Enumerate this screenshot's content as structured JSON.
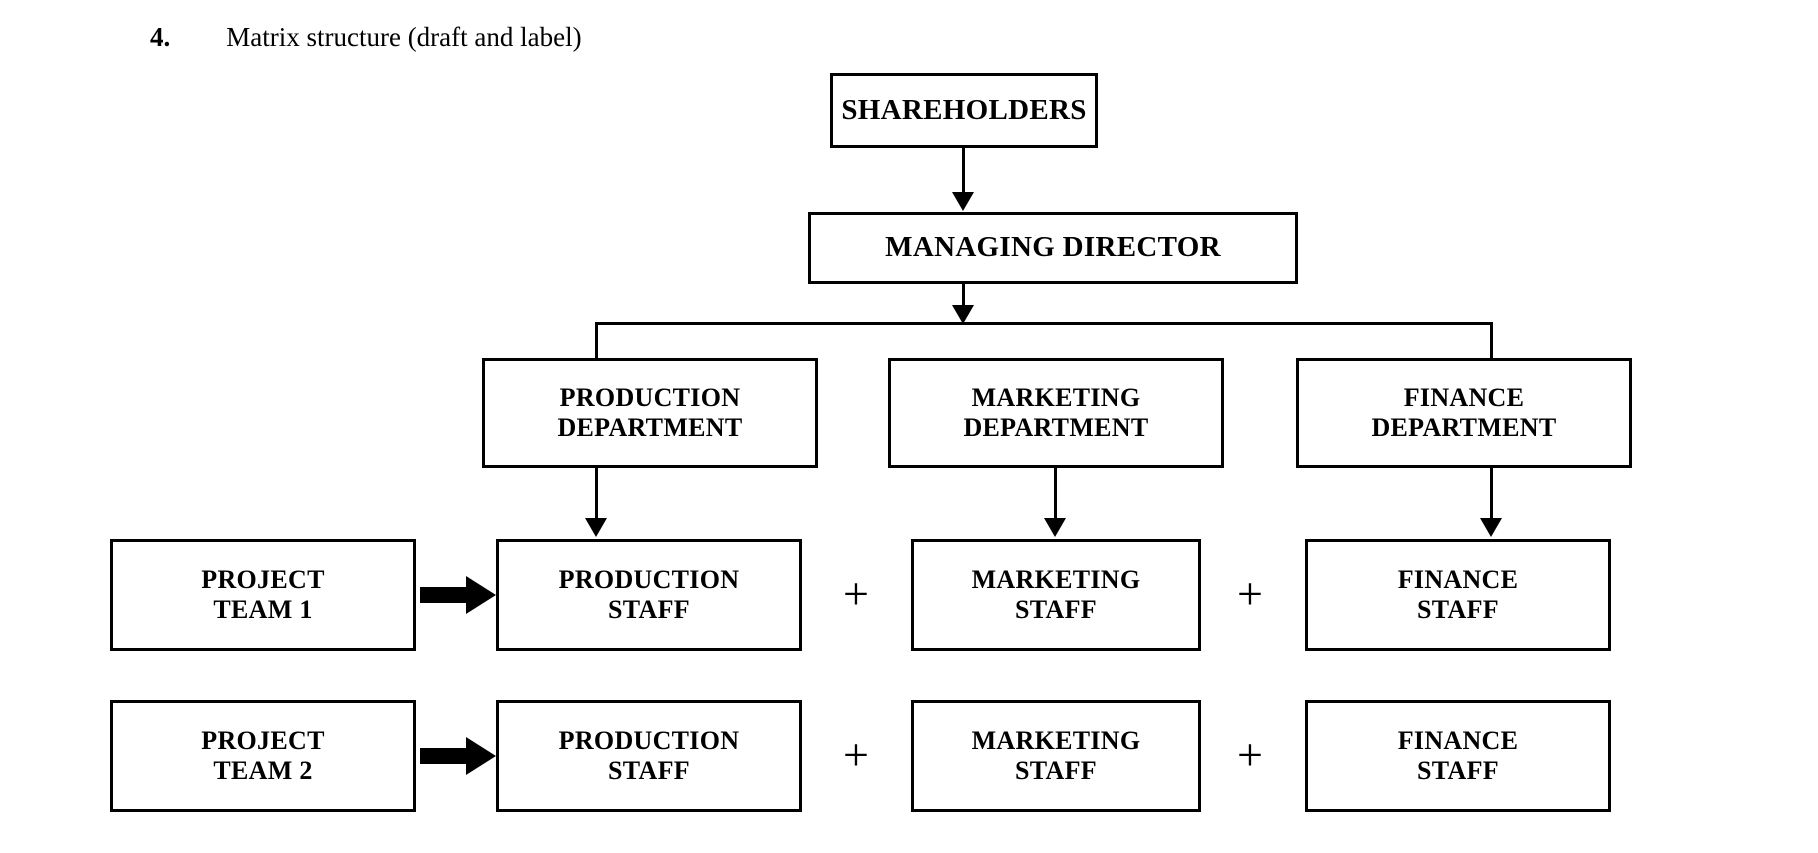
{
  "heading": {
    "number": "4.",
    "text": "Matrix structure (draft and label)"
  },
  "colors": {
    "stroke": "#000000",
    "background": "#ffffff",
    "text": "#000000"
  },
  "chart_data": {
    "type": "diagram",
    "title": "Matrix structure (draft and label)",
    "subtype": "organizational-chart",
    "levels": [
      {
        "name": "governance",
        "nodes": [
          "SHAREHOLDERS"
        ]
      },
      {
        "name": "executive",
        "nodes": [
          "MANAGING DIRECTOR"
        ]
      },
      {
        "name": "departments",
        "nodes": [
          "PRODUCTION DEPARTMENT",
          "MARKETING DEPARTMENT",
          "FINANCE DEPARTMENT"
        ]
      },
      {
        "name": "project-team-1",
        "nodes": [
          "PROJECT TEAM 1",
          "PRODUCTION STAFF",
          "MARKETING STAFF",
          "FINANCE STAFF"
        ]
      },
      {
        "name": "project-team-2",
        "nodes": [
          "PROJECT TEAM 2",
          "PRODUCTION STAFF",
          "MARKETING STAFF",
          "FINANCE STAFF"
        ]
      }
    ],
    "edges": [
      {
        "from": "SHAREHOLDERS",
        "to": "MANAGING DIRECTOR",
        "style": "arrow-down"
      },
      {
        "from": "MANAGING DIRECTOR",
        "to": "PRODUCTION DEPARTMENT",
        "style": "bus-branch"
      },
      {
        "from": "MANAGING DIRECTOR",
        "to": "MARKETING DEPARTMENT",
        "style": "bus-branch"
      },
      {
        "from": "MANAGING DIRECTOR",
        "to": "FINANCE DEPARTMENT",
        "style": "bus-branch"
      },
      {
        "from": "PRODUCTION DEPARTMENT",
        "to": "PRODUCTION STAFF",
        "style": "arrow-down"
      },
      {
        "from": "MARKETING DEPARTMENT",
        "to": "MARKETING STAFF",
        "style": "arrow-down"
      },
      {
        "from": "FINANCE DEPARTMENT",
        "to": "FINANCE STAFF",
        "style": "arrow-down"
      },
      {
        "from": "PROJECT TEAM 1",
        "to": "PRODUCTION STAFF",
        "style": "thick-arrow-right"
      },
      {
        "from": "PROJECT TEAM 2",
        "to": "PRODUCTION STAFF",
        "style": "thick-arrow-right"
      }
    ],
    "separators": [
      "+",
      "+",
      "+",
      "+"
    ]
  },
  "nodes": {
    "shareholders": {
      "line1": "SHAREHOLDERS"
    },
    "managing_director": {
      "line1": "MANAGING DIRECTOR"
    },
    "production_department": {
      "line1": "PRODUCTION",
      "line2": "DEPARTMENT"
    },
    "marketing_department": {
      "line1": "MARKETING",
      "line2": "DEPARTMENT"
    },
    "finance_department": {
      "line1": "FINANCE",
      "line2": "DEPARTMENT"
    },
    "project_team_1": {
      "line1": "PROJECT",
      "line2": "TEAM 1"
    },
    "project_team_2": {
      "line1": "PROJECT",
      "line2": "TEAM 2"
    },
    "production_staff_1": {
      "line1": "PRODUCTION",
      "line2": "STAFF"
    },
    "marketing_staff_1": {
      "line1": "MARKETING",
      "line2": "STAFF"
    },
    "finance_staff_1": {
      "line1": "FINANCE",
      "line2": "STAFF"
    },
    "production_staff_2": {
      "line1": "PRODUCTION",
      "line2": "STAFF"
    },
    "marketing_staff_2": {
      "line1": "MARKETING",
      "line2": "STAFF"
    },
    "finance_staff_2": {
      "line1": "FINANCE",
      "line2": "STAFF"
    }
  },
  "separators": {
    "plus_r1_a": "+",
    "plus_r1_b": "+",
    "plus_r2_a": "+",
    "plus_r2_b": "+"
  }
}
